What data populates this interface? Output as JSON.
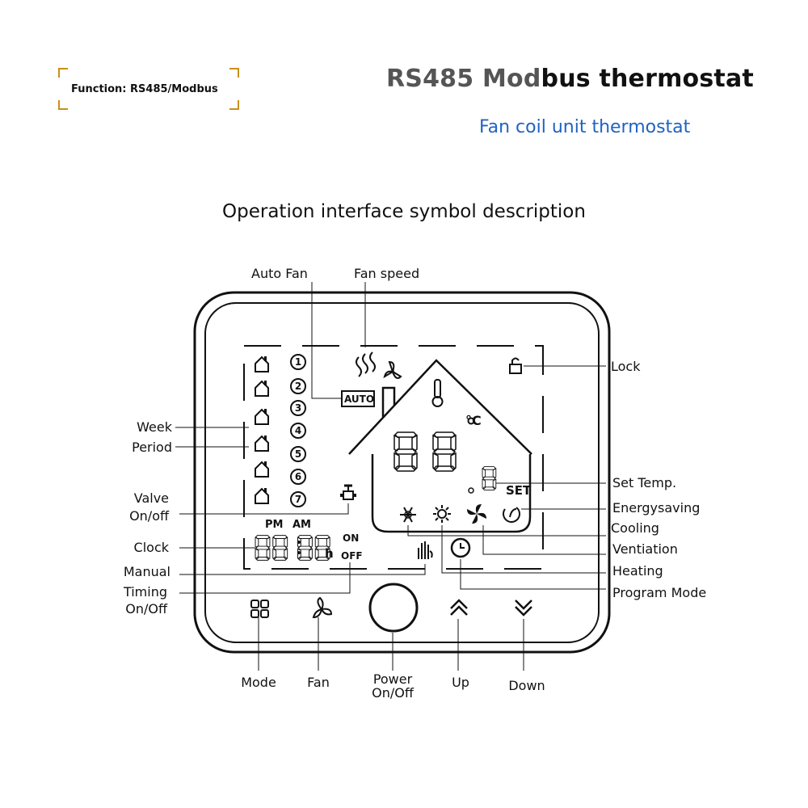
{
  "header": {
    "badge_text": "Function: RS485/Modbus",
    "title_part1": "RS485 Mod",
    "title_part2": "bus thermostat",
    "subtitle": "Fan coil unit thermostat",
    "section_title": "Operation interface symbol description"
  },
  "display": {
    "digits_main": "88",
    "digit_small": "8",
    "set_text": "SET",
    "celsius": "°C",
    "auto_text": "AUTO",
    "pm_text": "PM",
    "am_text": "AM",
    "clock_digits": "88:88",
    "h_text": "h",
    "on_text": "ON",
    "off_text": "OFF",
    "period_numbers": [
      "1",
      "2",
      "3",
      "4",
      "5",
      "6",
      "7"
    ]
  },
  "labels": {
    "auto_fan": "Auto Fan",
    "fan_speed": "Fan speed",
    "lock": "Lock",
    "week": "Week",
    "period": "Period",
    "valve_line1": "Valve",
    "valve_line2": "On/off",
    "clock": "Clock",
    "manual": "Manual",
    "timing_line1": "Timing",
    "timing_line2": "On/Off",
    "set_temp": "Set Temp.",
    "energysaving": "Energysaving",
    "cooling": "Cooling",
    "ventiation": "Ventiation",
    "heating": "Heating",
    "program_mode": "Program Mode",
    "mode": "Mode",
    "fan": "Fan",
    "power_line1": "Power",
    "power_line2": "On/Off",
    "up": "Up",
    "down": "Down"
  },
  "colors": {
    "accent_corner": "#c8901a",
    "subtitle_blue": "#1f63c2",
    "frame": "#111111"
  }
}
